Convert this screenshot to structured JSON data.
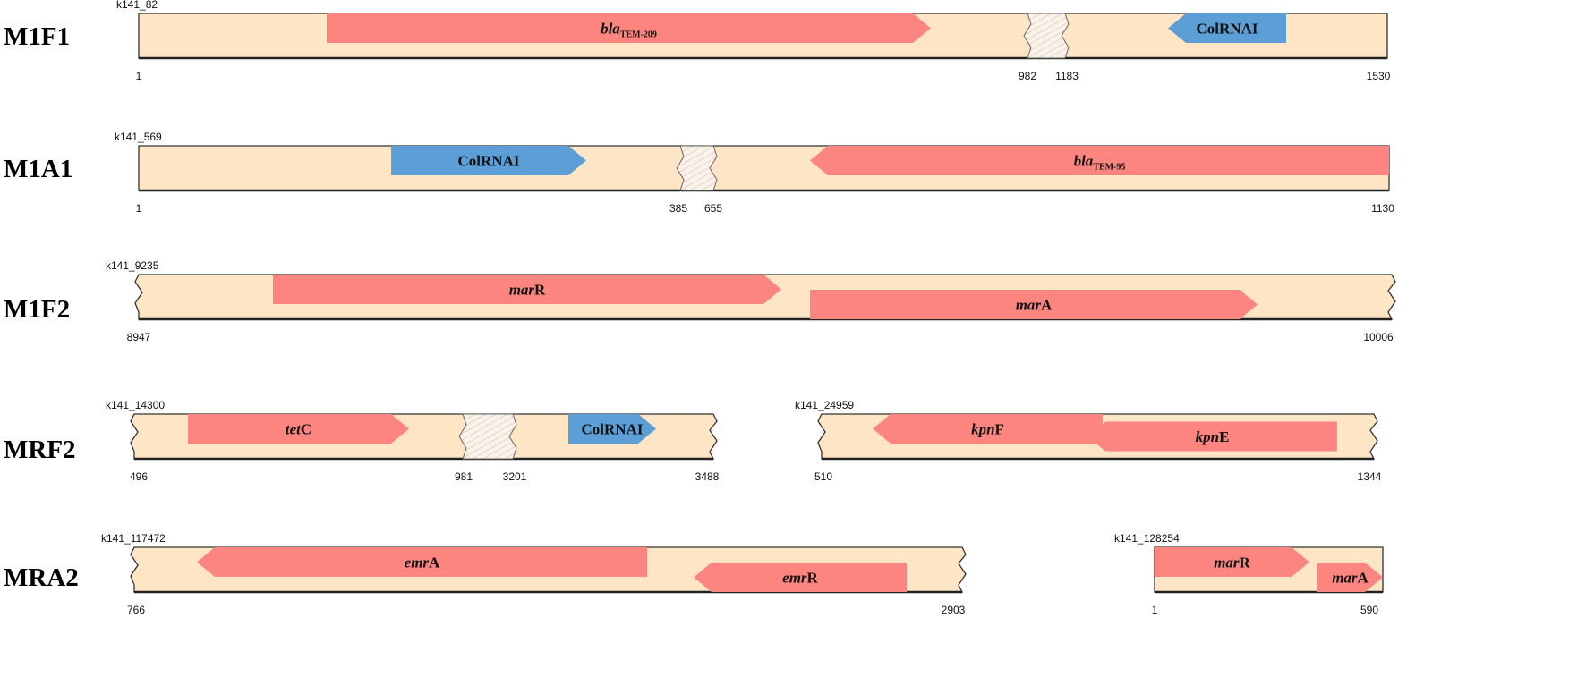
{
  "colors": {
    "backbone": "#fde5c6",
    "resistance_gene": "#fd8580",
    "replicon": "#5b9fd6",
    "outline": "#333333"
  },
  "tracks": [
    {
      "label": "M1F1",
      "contigs": [
        {
          "name": "k141_82",
          "ticks": [
            "1",
            "982",
            "1183",
            "1530"
          ],
          "genes": [
            {
              "italic": "bla",
              "rest": "",
              "sub": "TEM-209",
              "type": "resistance_gene",
              "strand": "+"
            },
            {
              "italic": "",
              "rest": "ColRNAI",
              "sub": "",
              "type": "replicon",
              "strand": "-"
            }
          ]
        }
      ]
    },
    {
      "label": "M1A1",
      "contigs": [
        {
          "name": "k141_569",
          "ticks": [
            "1",
            "385",
            "655",
            "1130"
          ],
          "genes": [
            {
              "italic": "",
              "rest": "ColRNAI",
              "sub": "",
              "type": "replicon",
              "strand": "+"
            },
            {
              "italic": "bla",
              "rest": "",
              "sub": "TEM-95",
              "type": "resistance_gene",
              "strand": "-"
            }
          ]
        }
      ]
    },
    {
      "label": "M1F2",
      "contigs": [
        {
          "name": "k141_9235",
          "ticks": [
            "8947",
            "10006"
          ],
          "genes": [
            {
              "italic": "mar",
              "rest": "R",
              "sub": "",
              "type": "resistance_gene",
              "strand": "+"
            },
            {
              "italic": "mar",
              "rest": "A",
              "sub": "",
              "type": "resistance_gene",
              "strand": "+"
            }
          ]
        }
      ]
    },
    {
      "label": "MRF2",
      "contigs": [
        {
          "name": "k141_14300",
          "ticks": [
            "496",
            "981",
            "3201",
            "3488"
          ],
          "genes": [
            {
              "italic": "tet",
              "rest": "C",
              "sub": "",
              "type": "resistance_gene",
              "strand": "+"
            },
            {
              "italic": "",
              "rest": "ColRNAI",
              "sub": "",
              "type": "replicon",
              "strand": "+"
            }
          ]
        },
        {
          "name": "k141_24959",
          "ticks": [
            "510",
            "1344"
          ],
          "genes": [
            {
              "italic": "kpn",
              "rest": "F",
              "sub": "",
              "type": "resistance_gene",
              "strand": "-"
            },
            {
              "italic": "kpn",
              "rest": "E",
              "sub": "",
              "type": "resistance_gene",
              "strand": "-"
            }
          ]
        }
      ]
    },
    {
      "label": "MRA2",
      "contigs": [
        {
          "name": "k141_117472",
          "ticks": [
            "766",
            "2903"
          ],
          "genes": [
            {
              "italic": "emr",
              "rest": "A",
              "sub": "",
              "type": "resistance_gene",
              "strand": "-"
            },
            {
              "italic": "emr",
              "rest": "R",
              "sub": "",
              "type": "resistance_gene",
              "strand": "-"
            }
          ]
        },
        {
          "name": "k141_128254",
          "ticks": [
            "1",
            "590"
          ],
          "genes": [
            {
              "italic": "mar",
              "rest": "R",
              "sub": "",
              "type": "resistance_gene",
              "strand": "+"
            },
            {
              "italic": "mar",
              "rest": "A",
              "sub": "",
              "type": "resistance_gene",
              "strand": "+"
            }
          ]
        }
      ]
    }
  ]
}
